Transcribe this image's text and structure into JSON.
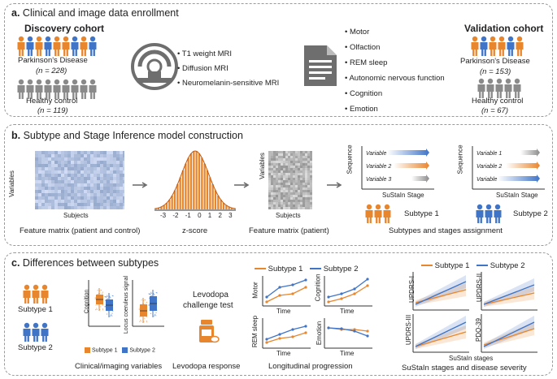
{
  "colors": {
    "orange": "#e8862e",
    "blue": "#3f74c7",
    "gray": "#8a8a8a",
    "icon_gray": "#6e6e6e"
  },
  "panel_a": {
    "letter": "a.",
    "title": "Clinical and image data enrollment",
    "discovery": {
      "title": "Discovery cohort",
      "pd_label": "Parkinson's Disease",
      "pd_n": "(n = 228)",
      "hc_label": "Healthy control",
      "hc_n": "(n = 119)"
    },
    "mri_list": [
      "T1 weight MRI",
      "Diffusion MRI",
      "Neuromelanin-sensitive MRI"
    ],
    "clinical_list": [
      "Motor",
      "Olfaction",
      "REM sleep",
      "Autonomic nervous function",
      "Cognition",
      "Emotion"
    ],
    "validation": {
      "title": "Validation cohort",
      "pd_label": "Parkinson's Disease",
      "pd_n": "(n = 153)",
      "hc_label": "Healthy control",
      "hc_n": "(n = 67)"
    },
    "icons": [
      "mri-scanner-icon",
      "document-icon"
    ]
  },
  "panel_b": {
    "letter": "b.",
    "title": "Subtype and Stage Inference model construction",
    "matrix1": {
      "ylabel": "Variables",
      "xlabel": "Subjects",
      "caption": "Feature matrix (patient and control)"
    },
    "zscore": {
      "ticks": [
        "-3",
        "-2",
        "-1",
        "0",
        "1",
        "2",
        "3"
      ],
      "caption": "z-score"
    },
    "matrix2": {
      "ylabel": "Variables",
      "xlabel": "Subjects",
      "caption": "Feature matrix (patient)"
    },
    "sustain": {
      "ylabel": "Sequence",
      "xlabel": "SuStaIn Stage",
      "variables": [
        "Variable 1",
        "Variable 2",
        "Variable 3"
      ],
      "subtype1": "Subtype 1",
      "subtype2": "Subtype 2",
      "caption": "Subtypes and stages assignment"
    }
  },
  "panel_c": {
    "letter": "c.",
    "title": "Differences between subtypes",
    "subtype1": "Subtype 1",
    "subtype2": "Subtype 2",
    "boxplot": {
      "ylabel1": "Cognition",
      "ylabel2": "Locus coeruleus signal",
      "legend": [
        "Subtype 1",
        "Subtype 2"
      ],
      "caption": "Clinical/imaging variables"
    },
    "levodopa": {
      "title_line1": "Levodopa",
      "title_line2": "challenge test",
      "caption": "Levodopa response",
      "icon": "medicine-bottle-icon"
    },
    "longitudinal": {
      "legend": [
        "Subtype 1",
        "Subtype 2"
      ],
      "panels": [
        "Motor",
        "Cognition",
        "REM sleep",
        "Emotion"
      ],
      "xlabel": "Time",
      "caption": "Longitudinal progression"
    },
    "severity": {
      "legend": [
        "Subtype 1",
        "Subtype 2"
      ],
      "panels": [
        "UPDRS-I",
        "UPDRS-II",
        "UPDRS-III",
        "PDQ-39"
      ],
      "xlabel": "SuStaIn stages",
      "caption": "SuStaIn stages and disease severity"
    }
  }
}
